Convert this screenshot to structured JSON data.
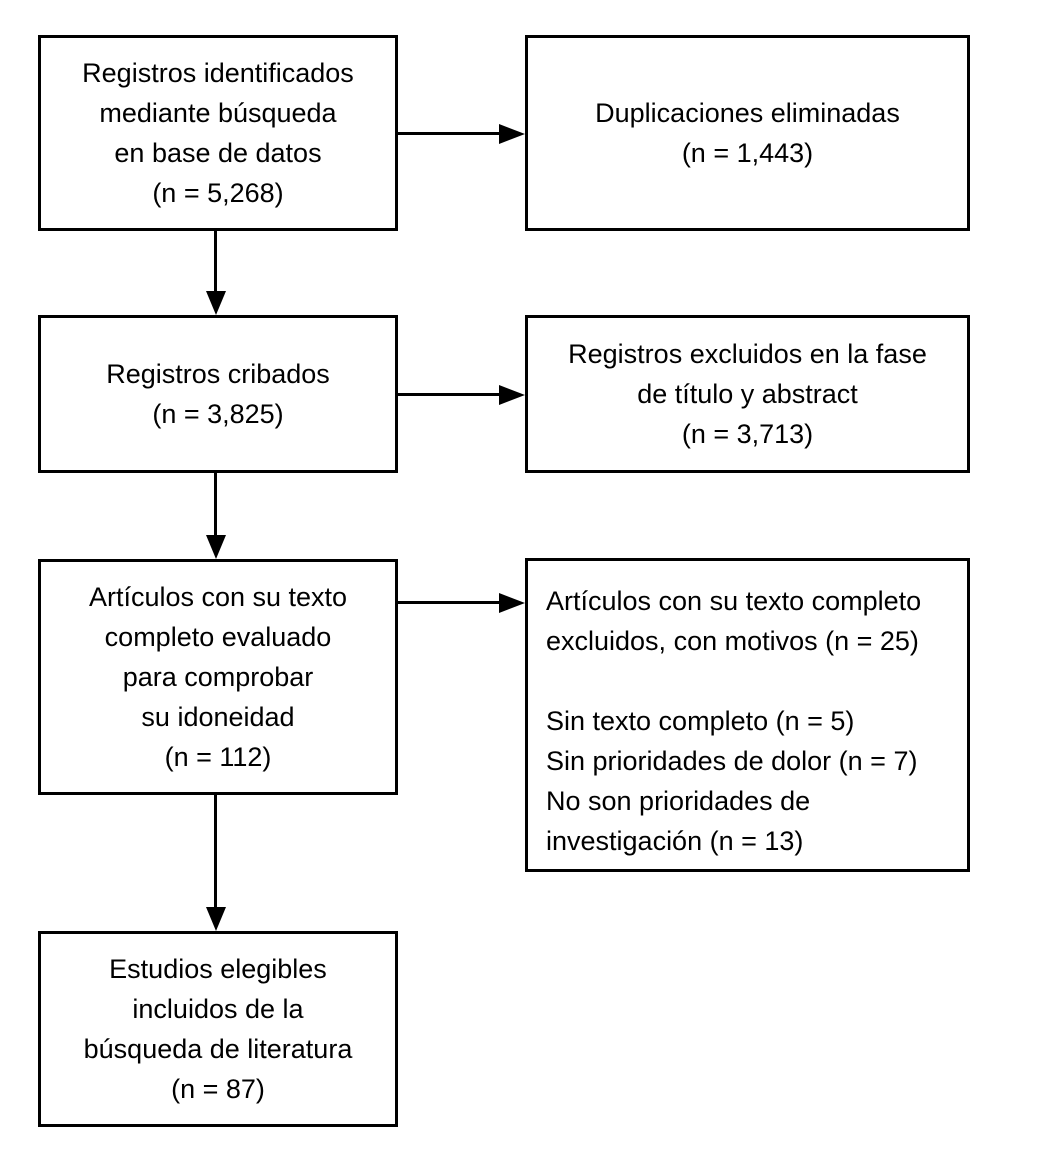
{
  "flowchart": {
    "background_color": "#ffffff",
    "line_color": "#000000",
    "boxes": [
      {
        "id": "records-identified",
        "text": "Registros identificados\nmediante búsqueda\nen base de datos\n(n = 5,268)",
        "n": "5,268"
      },
      {
        "id": "duplicates-removed",
        "text": "Duplicaciones eliminadas\n(n = 1,443)",
        "n": "1,443"
      },
      {
        "id": "records-screened",
        "text": "Registros cribados\n(n = 3,825)",
        "n": "3,825"
      },
      {
        "id": "records-excluded-title-abstract",
        "text": "Registros excluidos en la fase\nde título y abstract\n(n = 3,713)",
        "n": "3,713"
      },
      {
        "id": "fulltext-assessed",
        "text": "Artículos con su texto\ncompleto evaluado\npara comprobar\nsu idoneidad\n(n = 112)",
        "n": "112"
      },
      {
        "id": "fulltext-excluded",
        "text": "Artículos con su texto completo\nexcluidos, con motivos (n = 25)\n\nSin texto completo (n = 5)\nSin prioridades de dolor (n = 7)\nNo son prioridades de\ninvestigación (n = 13)",
        "n": "25",
        "reasons": [
          {
            "label": "Sin texto completo",
            "n": "5"
          },
          {
            "label": "Sin prioridades de dolor",
            "n": "7"
          },
          {
            "label": "No son prioridades de investigación",
            "n": "13"
          }
        ]
      },
      {
        "id": "studies-included",
        "text": "Estudios elegibles\nincluidos de la\nbúsqueda de literatura\n(n = 87)",
        "n": "87"
      }
    ],
    "connections": [
      {
        "from": "records-identified",
        "to": "duplicates-removed",
        "direction": "right"
      },
      {
        "from": "records-identified",
        "to": "records-screened",
        "direction": "down"
      },
      {
        "from": "records-screened",
        "to": "records-excluded-title-abstract",
        "direction": "right"
      },
      {
        "from": "records-screened",
        "to": "fulltext-assessed",
        "direction": "down"
      },
      {
        "from": "fulltext-assessed",
        "to": "fulltext-excluded",
        "direction": "right"
      },
      {
        "from": "fulltext-assessed",
        "to": "studies-included",
        "direction": "down"
      }
    ]
  }
}
